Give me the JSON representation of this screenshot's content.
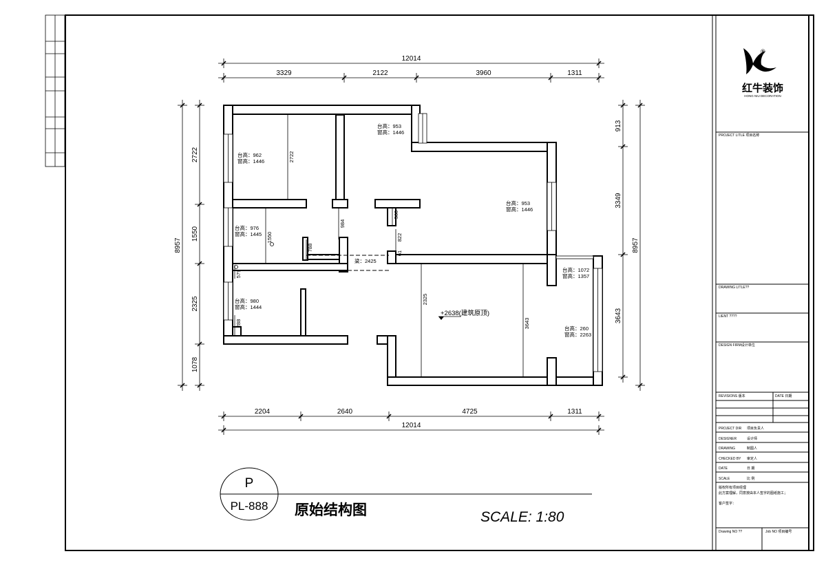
{
  "brand": {
    "name": "红牛装饰",
    "sub": "HONG NIU DECORATION",
    "registered": "®"
  },
  "title_block": {
    "project_title": "PROJECT LITLE  项目名称",
    "drawing_title": "DRAWING LITLE??",
    "client": "LIENT ????",
    "design_firm": "DESIGN FIRM设计单位",
    "revisions": "REVISIONS  版本",
    "date_col": "DATE  日期",
    "rows": [
      {
        "en": "PROJECT DIR",
        "cn": "项目负责人"
      },
      {
        "en": "DESIGNER",
        "cn": "设计师"
      },
      {
        "en": "DRAWING",
        "cn": "制图人"
      },
      {
        "en": "CHECKED BY",
        "cn": "审定人"
      },
      {
        "en": "DATE",
        "cn": "日  期"
      },
      {
        "en": "SCALE",
        "cn": "比  例"
      }
    ],
    "notice1": "版权所有项目经理",
    "notice2": "此方案理解，同意按由本人签字的图纸施工；",
    "notice3": "客户签字：",
    "drawing_no": "Drawing NO ??",
    "job_no": "Job NO  项目编号"
  },
  "drawing": {
    "badge_letter": "P",
    "badge_code": "PL-888",
    "title": "原始结构图",
    "scale": "SCALE: 1:80"
  },
  "dimensions": {
    "top_total": "12014",
    "top": [
      "3329",
      "2122",
      "3960",
      "1311"
    ],
    "bottom_total": "12014",
    "bottom": [
      "2204",
      "2640",
      "4725",
      "1311"
    ],
    "left_total": "8957",
    "left": [
      "2722",
      "1550",
      "2325",
      "1078"
    ],
    "right_total": "8957",
    "right": [
      "913",
      "3349",
      "3643"
    ]
  },
  "annotations": {
    "rooms": [
      {
        "sill": "台高：962",
        "win": "窗高：1446"
      },
      {
        "sill": "台高：953",
        "win": "窗高：1446"
      },
      {
        "sill": "台高：953",
        "win": "窗高：1446"
      },
      {
        "sill": "台高：976",
        "win": "窗高：1445"
      },
      {
        "sill": "台高：980",
        "win": "窗高：1444"
      },
      {
        "sill": "台高：1072",
        "win": "窗高：1357"
      },
      {
        "sill": "台高：260",
        "win": "窗高：2263"
      }
    ],
    "inner_dims": [
      "2722",
      "1550",
      "984",
      "788",
      "560",
      "822",
      "61",
      "579",
      "288",
      "2325",
      "3643"
    ],
    "beam": "梁：2425",
    "elevation": "+2638(建筑原顶)"
  }
}
